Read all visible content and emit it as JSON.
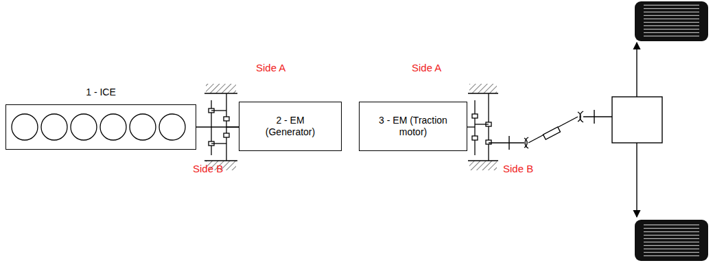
{
  "diagram": {
    "nodes": [
      {
        "text": [
          "1 - ICE"
        ]
      },
      {
        "text": [
          "2 - EM (Generator)"
        ]
      },
      {
        "text": [
          "3 - EM (Traction motor)"
        ]
      }
    ],
    "edges": [
      {
        "from": 0,
        "to": 1,
        "arrow": "none"
      }
    ],
    "labels": [
      "Side A",
      "Side B",
      "Side A",
      "Side B"
    ]
  }
}
